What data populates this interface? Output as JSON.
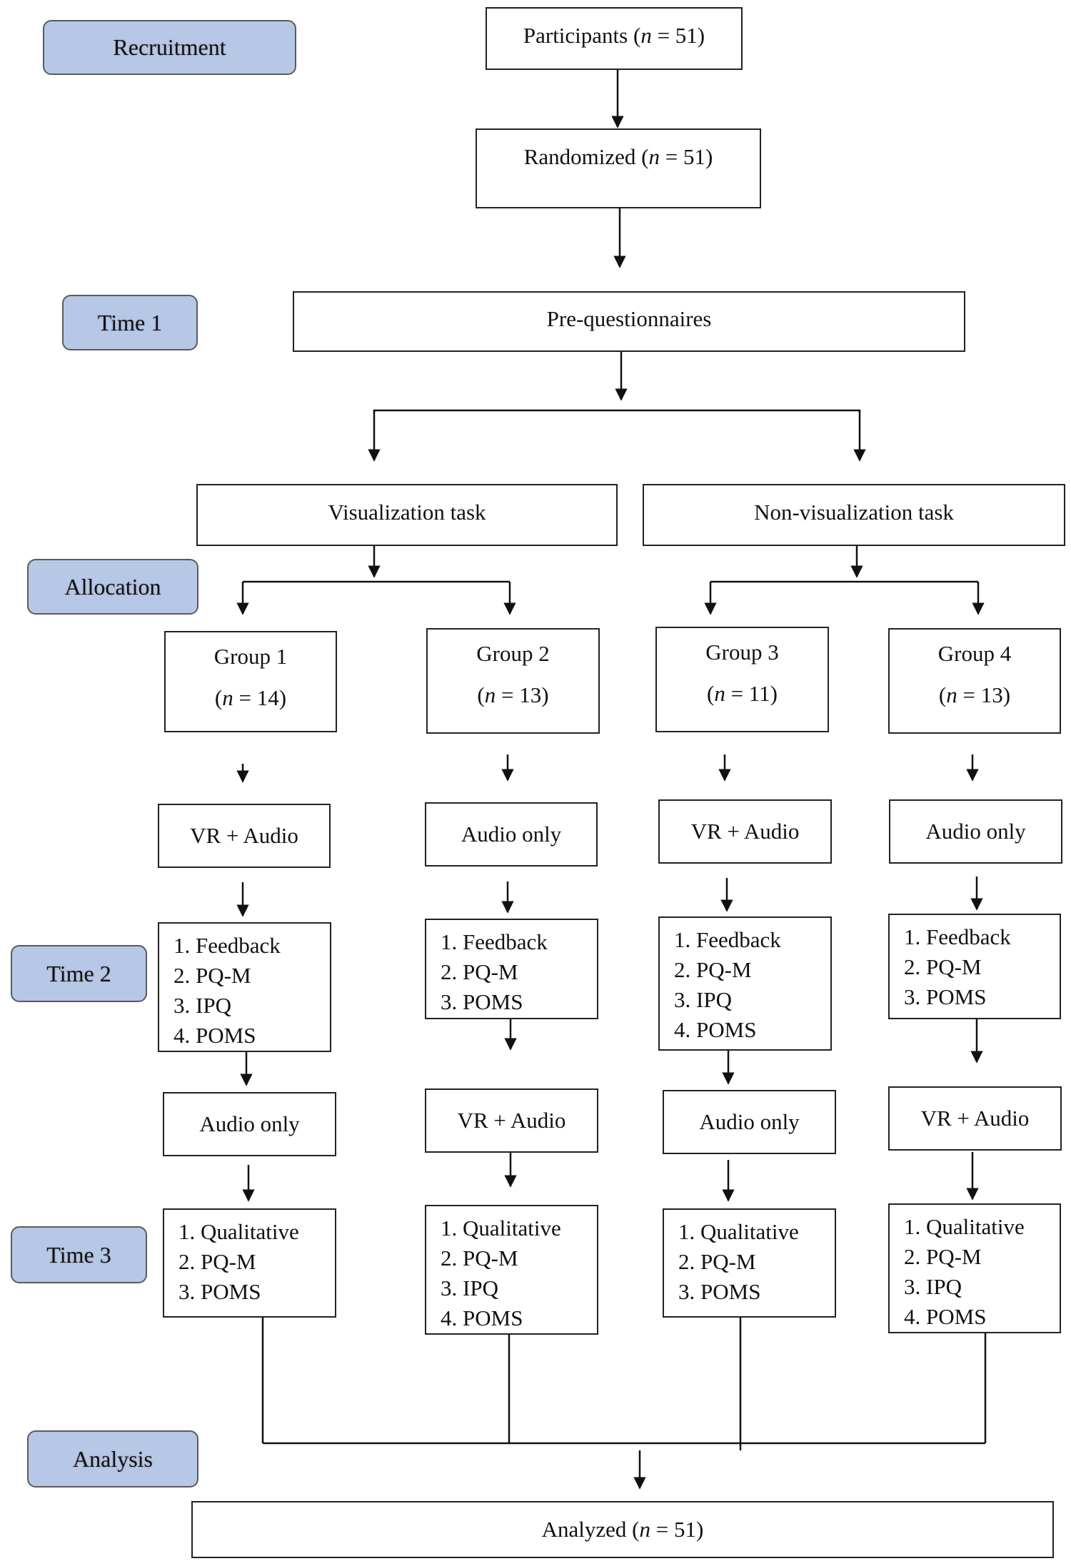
{
  "stages": {
    "recruitment": "Recruitment",
    "time1": "Time 1",
    "allocation": "Allocation",
    "time2": "Time 2",
    "time3": "Time 3",
    "analysis": "Analysis"
  },
  "participants": {
    "label": "Participants (",
    "n": "n",
    "rest": " = 51)"
  },
  "randomized": {
    "label": "Randomized (",
    "n": "n",
    "rest": " = 51)"
  },
  "pre_questionnaires": "Pre-questionnaires",
  "tasks": {
    "visualization": "Visualization task",
    "non_visualization": "Non-visualization task"
  },
  "groups": [
    {
      "name": "Group 1",
      "count_open": "(",
      "n": "n",
      "count_rest": " = 14)",
      "first_condition": "VR + Audio",
      "time2": [
        "1. Feedback",
        "2. PQ-M",
        "3. IPQ",
        "4. POMS"
      ],
      "second_condition": "Audio only",
      "time3": [
        "1. Qualitative",
        "2. PQ-M",
        "3. POMS"
      ]
    },
    {
      "name": "Group 2",
      "count_open": "(",
      "n": "n",
      "count_rest": " = 13)",
      "first_condition": "Audio only",
      "time2": [
        "1. Feedback",
        "2. PQ-M",
        "3. POMS"
      ],
      "second_condition": "VR + Audio",
      "time3": [
        "1. Qualitative",
        "2. PQ-M",
        "3. IPQ",
        "4. POMS"
      ]
    },
    {
      "name": "Group 3",
      "count_open": "(",
      "n": "n",
      "count_rest": " = 11)",
      "first_condition": "VR + Audio",
      "time2": [
        "1. Feedback",
        "2. PQ-M",
        "3. IPQ",
        "4. POMS"
      ],
      "second_condition": "Audio only",
      "time3": [
        "1. Qualitative",
        "2. PQ-M",
        "3. POMS"
      ]
    },
    {
      "name": "Group 4",
      "count_open": "(",
      "n": "n",
      "count_rest": " = 13)",
      "first_condition": "Audio only",
      "time2": [
        "1. Feedback",
        "2. PQ-M",
        "3. POMS"
      ],
      "second_condition": "VR + Audio",
      "time3": [
        "1. Qualitative",
        "2. PQ-M",
        "3. IPQ",
        "4. POMS"
      ]
    }
  ],
  "analyzed": {
    "label": "Analyzed (",
    "n": "n",
    "rest": " = 51)"
  }
}
